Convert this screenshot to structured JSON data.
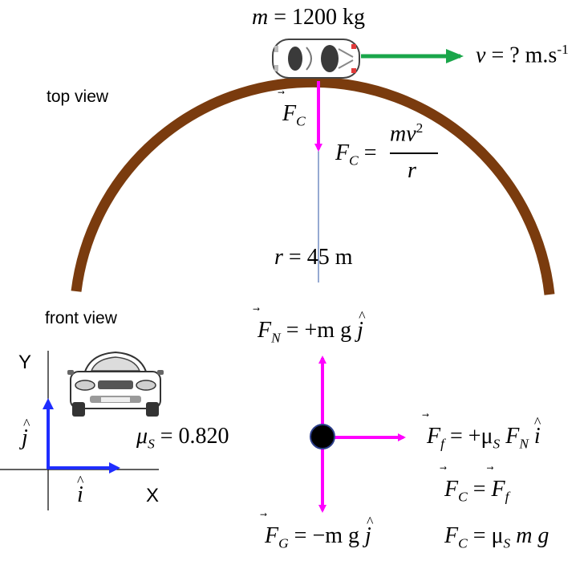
{
  "top": {
    "mass_eq": "= 1200 kg",
    "mass_symbol": "m",
    "velocity_symbol": "v",
    "velocity_eq": "= ? m.s",
    "velocity_exp": "-1",
    "view_label": "top view",
    "fc_vec_symbol": "F",
    "fc_vec_sub": "C",
    "fc_formula_symbol": "F",
    "fc_formula_sub": "C",
    "fc_formula_eq": "=",
    "fc_num": "mv",
    "fc_num_exp": "2",
    "fc_den": "r",
    "radius_symbol": "r",
    "radius_eq": "= 45 m"
  },
  "front": {
    "view_label": "front view",
    "axis_y": "Y",
    "axis_x": "X",
    "unit_j": "j",
    "unit_i": "i",
    "mu_symbol": "μ",
    "mu_sub": "S",
    "mu_eq": "= 0.820"
  },
  "forces": {
    "fn_symbol": "F",
    "fn_sub": "N",
    "fn_eq": "= +m g",
    "fn_unit": "j",
    "ff_symbol": "F",
    "ff_sub": "f",
    "ff_eq": "= +μ",
    "ff_eq_sub": "S",
    "ff_eq_rest": "F",
    "ff_eq_rest_sub": "N",
    "ff_unit": "i",
    "fg_symbol": "F",
    "fg_sub": "G",
    "fg_eq": "= −m g",
    "fg_unit": "j",
    "rel1_lhs": "F",
    "rel1_lhs_sub": "C",
    "rel1_eq": "=",
    "rel1_rhs": "F",
    "rel1_rhs_sub": "f",
    "rel2_lhs": "F",
    "rel2_lhs_sub": "C",
    "rel2_eq": "= μ",
    "rel2_eq_sub": "S",
    "rel2_rest": "m g"
  },
  "colors": {
    "track": "#7a3b0e",
    "force": "#ff00ff",
    "velocity": "#1aa64a",
    "axis": "#1f2dff"
  }
}
